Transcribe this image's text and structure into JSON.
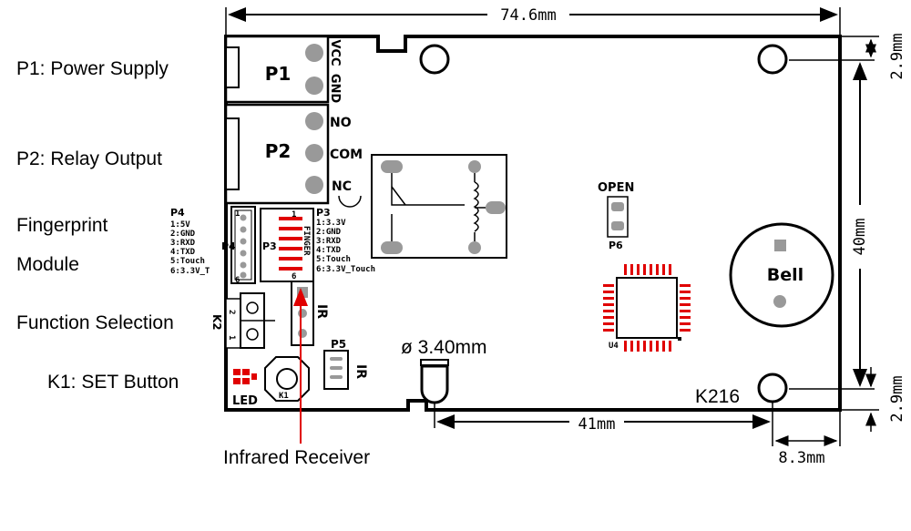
{
  "left_labels": {
    "p1": "P1: Power Supply",
    "p2": "P2: Relay Output",
    "fp1": "Fingerprint",
    "fp2": "Module",
    "func": "Function Selection",
    "k1": "K1: SET Button",
    "ir_recv": "Infrared Receiver"
  },
  "dimensions": {
    "width": "74.6mm",
    "height": "40mm",
    "top_margin": "2.9mm",
    "bottom_margin": "2.9mm",
    "hole_spacing": "41mm",
    "hole_offset": "8.3mm",
    "hole_diameter": "ø 3.40mm"
  },
  "board": {
    "p1": "P1",
    "p2": "P2",
    "vcc": "VCC",
    "gnd": "GND",
    "no": "NO",
    "com": "COM",
    "nc": "NC",
    "p3": "P3",
    "p4": "P4",
    "finger": "FINGER",
    "p5": "P5",
    "ir_a": "IR",
    "ir_b": "IR",
    "open": "OPEN",
    "p6": "P6",
    "u4": "U4",
    "bell": "Bell",
    "model": "K216",
    "led": "LED",
    "k1": "K1",
    "k2": "K2",
    "k2_pin2": "2",
    "k2_pin1": "1",
    "pin_1": "1",
    "pin_6": "6",
    "p4_pins": [
      "1:5V",
      "2:GND",
      "3:RXD",
      "4:TXD",
      "5:Touch",
      "6:3.3V_T"
    ],
    "p3_pins": [
      "1:3.3V",
      "2:GND",
      "3:RXD",
      "4:TXD",
      "5:Touch",
      "6:3.3V_Touch"
    ]
  }
}
